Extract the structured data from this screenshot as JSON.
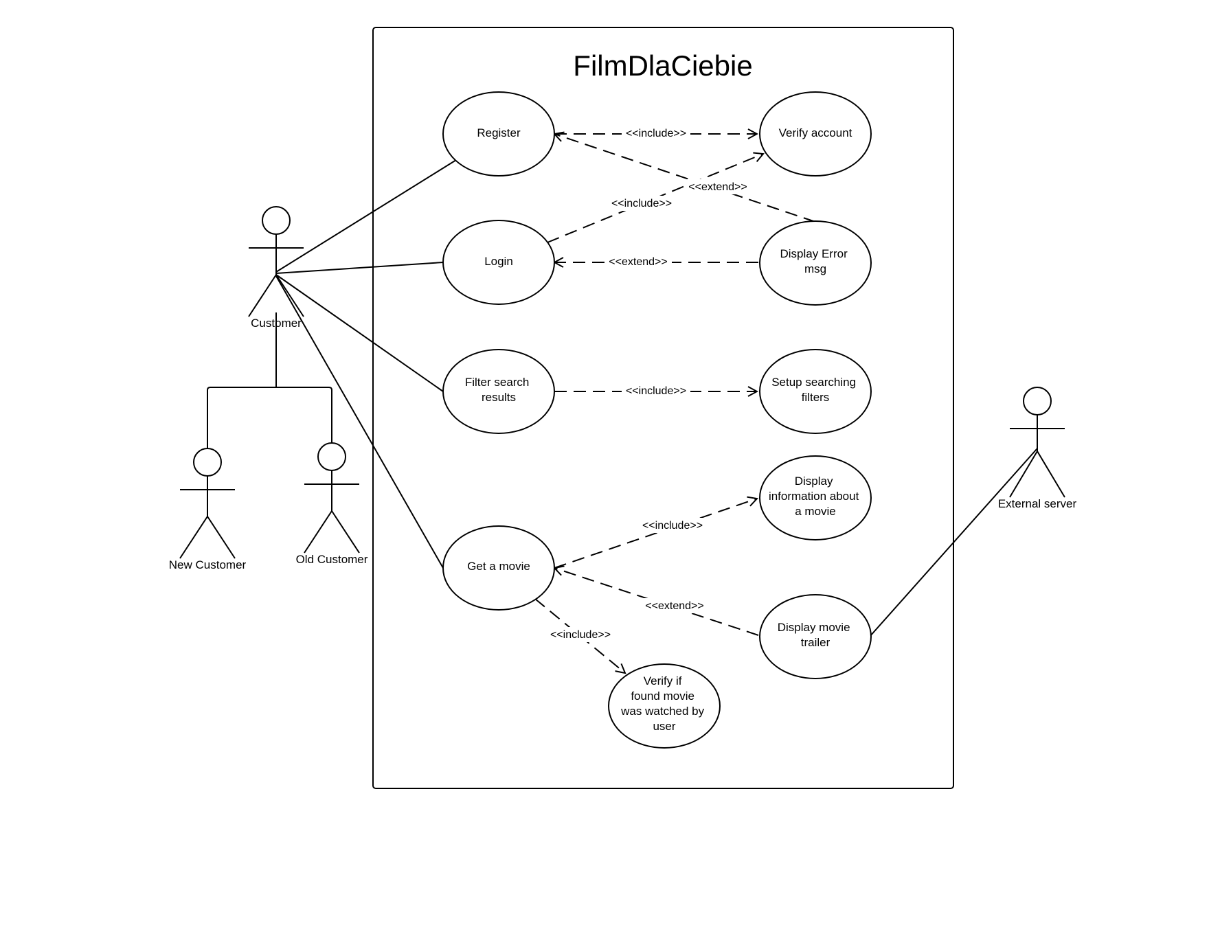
{
  "system": {
    "title": "FilmDlaCiebie"
  },
  "actors": {
    "customer": "Customer",
    "new_customer": "New Customer",
    "old_customer": "Old Customer",
    "external_server": "External server"
  },
  "use_cases": {
    "register": [
      "Register"
    ],
    "login": [
      "Login"
    ],
    "filter_search": [
      "Filter search",
      "results"
    ],
    "get_movie": [
      "Get a movie"
    ],
    "verify_account": [
      "Verify account"
    ],
    "display_error": [
      "Display Error",
      "msg"
    ],
    "setup_filters": [
      "Setup searching",
      "filters"
    ],
    "display_info": [
      "Display",
      "information about",
      "a movie"
    ],
    "display_trailer": [
      "Display movie",
      "trailer"
    ],
    "verify_watched": [
      "Verify if",
      "found movie",
      "was watched by",
      "user"
    ]
  },
  "relations": {
    "register_verify": "<<include>>",
    "error_register": "<<extend>>",
    "login_verify": "<<include>>",
    "error_login": "<<extend>>",
    "filter_setup": "<<include>>",
    "getmovie_info": "<<include>>",
    "trailer_getmovie": "<<extend>>",
    "getmovie_verifywatched": "<<include>>"
  }
}
